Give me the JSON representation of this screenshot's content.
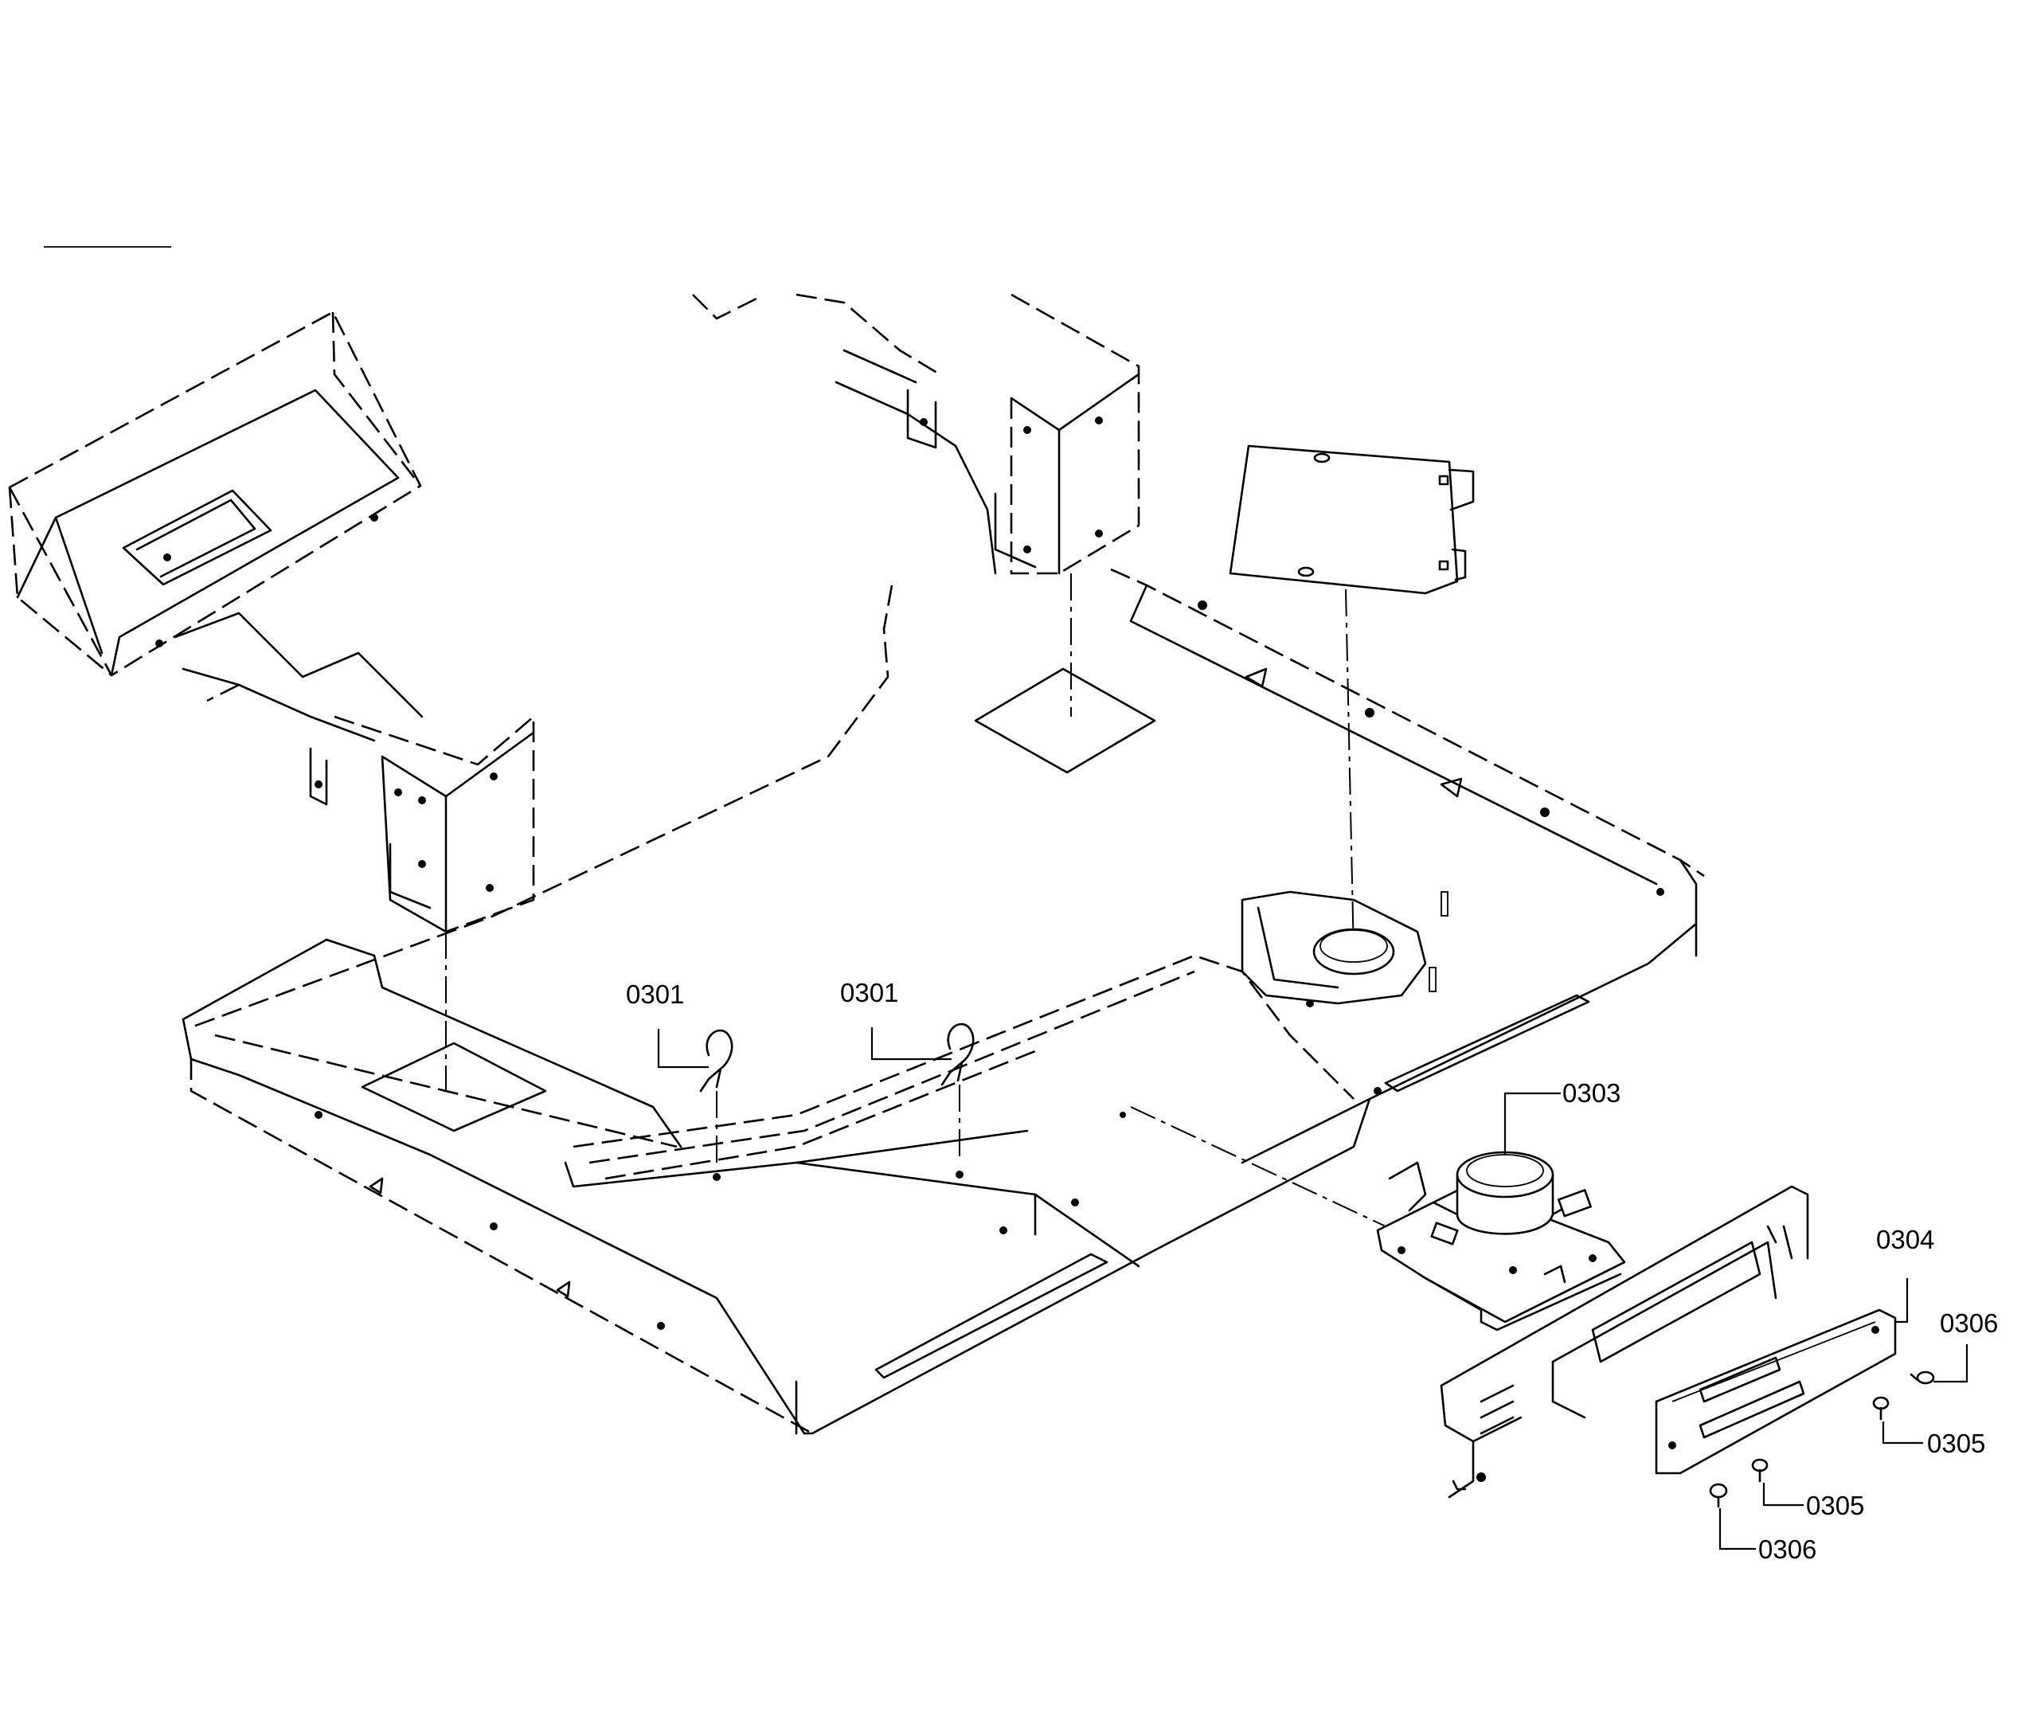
{
  "diagram": {
    "callouts": [
      {
        "id": "c1",
        "label": "0301"
      },
      {
        "id": "c2",
        "label": "0301"
      },
      {
        "id": "c3",
        "label": "0303"
      },
      {
        "id": "c4",
        "label": "0304"
      },
      {
        "id": "c5",
        "label": "0306"
      },
      {
        "id": "c6",
        "label": "0305"
      },
      {
        "id": "c7",
        "label": "0305"
      },
      {
        "id": "c8",
        "label": "0306"
      }
    ]
  }
}
